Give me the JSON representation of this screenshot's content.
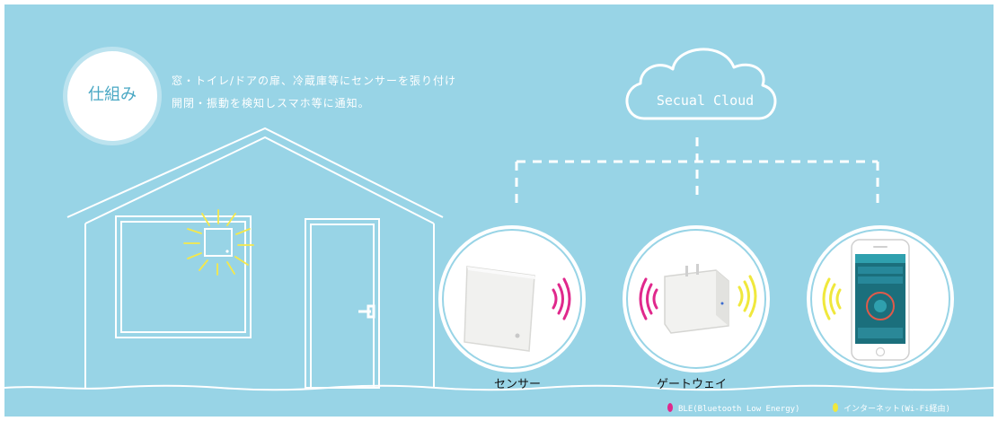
{
  "badge": {
    "label": "仕組み"
  },
  "description": {
    "line1": "窓・トイレ/ドアの扉、冷蔵庫等にセンサーを張り付け",
    "line2": "開閉・振動を検知しスマホ等に通知。"
  },
  "cloud": {
    "label": "Secual Cloud"
  },
  "devices": [
    {
      "name": "sensor",
      "caption": "センサー"
    },
    {
      "name": "gateway",
      "caption": "ゲートウェイ"
    },
    {
      "name": "smartphone",
      "caption": ""
    }
  ],
  "legend": {
    "ble_label": "BLE(Bluetooth Low Energy)",
    "internet_label": "インターネット(Wi-Fi経由)",
    "ble_color": "#e0288c",
    "internet_color": "#f0e83c"
  },
  "colors": {
    "background": "#98d4e6",
    "line": "#ffffff",
    "ble": "#e0288c",
    "wifi": "#f0e83c"
  }
}
